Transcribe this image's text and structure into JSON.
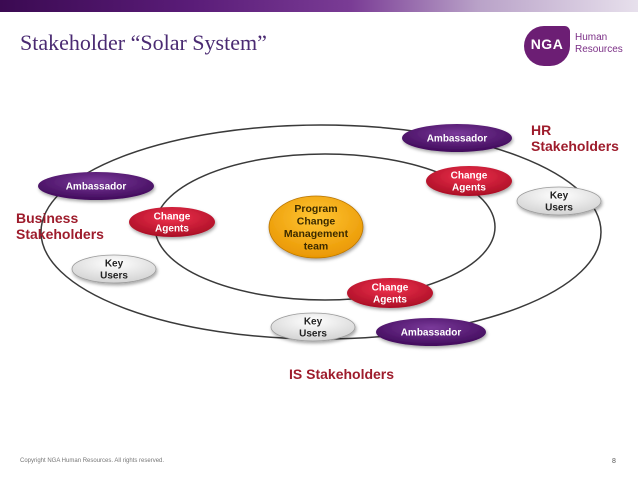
{
  "title": "Stakeholder “Solar System”",
  "logo": {
    "mark": "NGA",
    "line1": "Human",
    "line2": "Resources"
  },
  "center": {
    "label": [
      "Program",
      "Change",
      "Management",
      "team"
    ]
  },
  "groups": {
    "business": [
      "Business",
      "Stakeholders"
    ],
    "hr": [
      "HR",
      "Stakeholders"
    ],
    "is": "IS Stakeholders"
  },
  "nodes": {
    "ambassador_business": [
      "Ambassador"
    ],
    "ambassador_hr": [
      "Ambassador"
    ],
    "ambassador_is": [
      "Ambassador"
    ],
    "change_business": [
      "Change",
      "Agents"
    ],
    "change_hr": [
      "Change",
      "Agents"
    ],
    "change_is": [
      "Change",
      "Agents"
    ],
    "keyusers_business": [
      "Key",
      "Users"
    ],
    "keyusers_hr": [
      "Key",
      "Users"
    ],
    "keyusers_is": [
      "Key",
      "Users"
    ]
  },
  "colors": {
    "accent": "#4a2a72",
    "group_label": "#9e1c2c",
    "ambassador": "#4b0c6b",
    "change_agents": "#c0122e",
    "key_users": "#e8e8e8",
    "center": "#f2a300"
  },
  "footer": {
    "copyright": "Copyright NGA Human Resources. All rights reserved.",
    "page": "8"
  }
}
